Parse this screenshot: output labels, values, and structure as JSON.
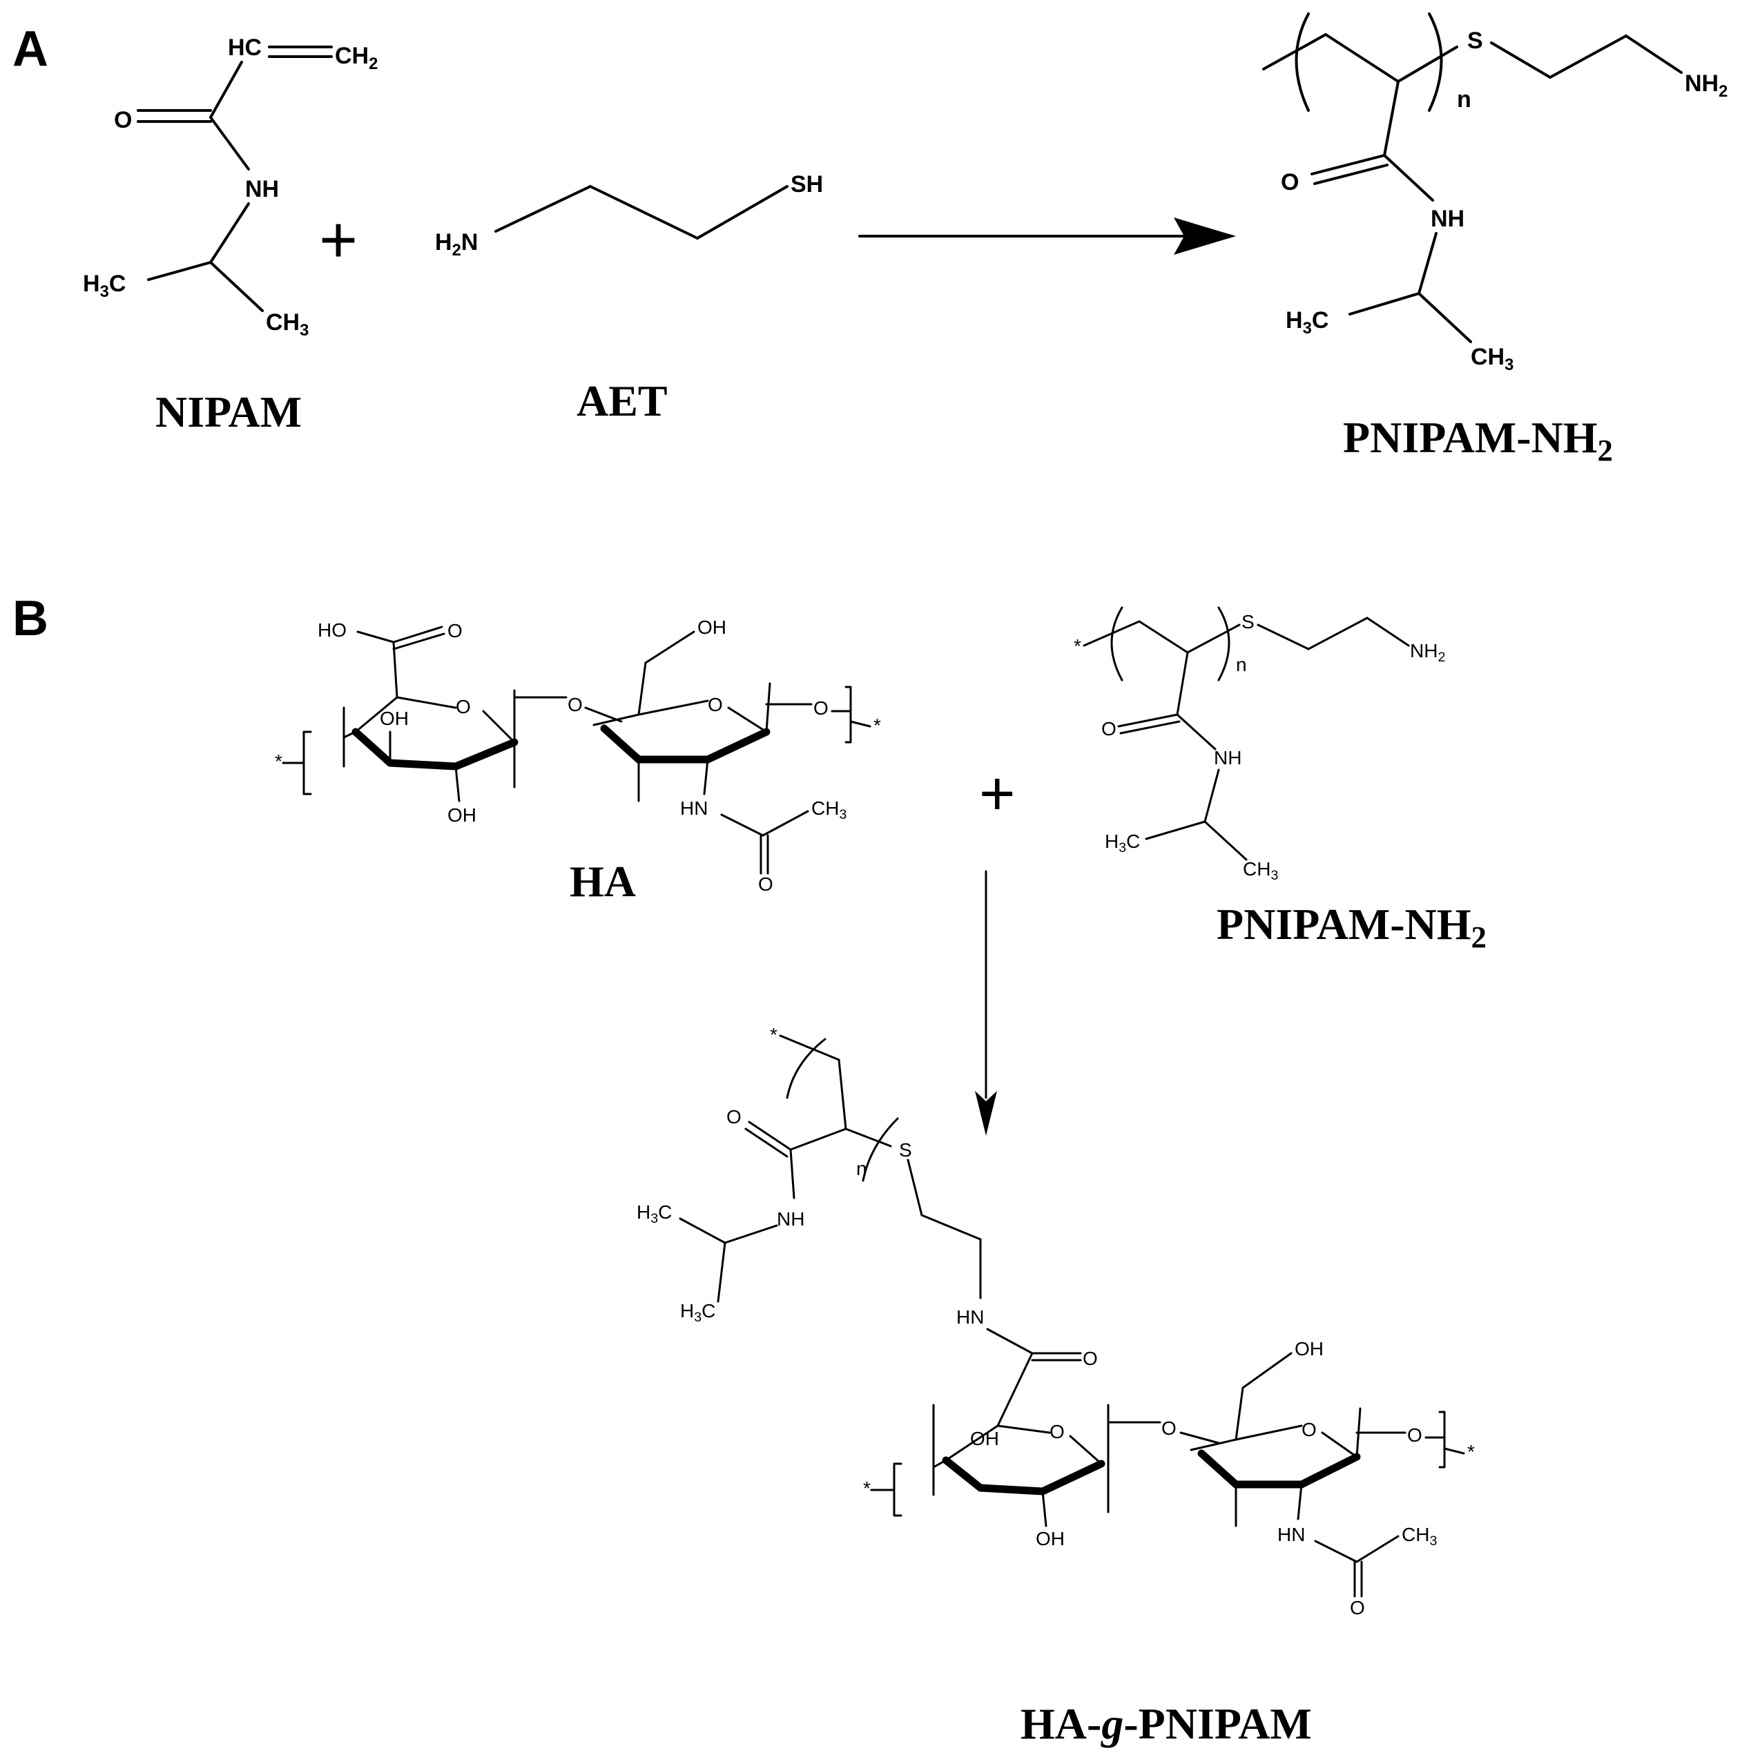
{
  "panels": {
    "a": "A",
    "b": "B"
  },
  "names": {
    "nipam": "NIPAM",
    "aet": "AET",
    "pnipam_nh2": "PNIPAM-NH",
    "pnipam_nh2_sub": "2",
    "ha": "HA",
    "ha_g_pnipam_left": "HA-",
    "ha_g_pnipam_g": "g",
    "ha_g_pnipam_right": "-PNIPAM"
  },
  "atoms": {
    "HC": "HC",
    "CH": "CH",
    "NH": "NH",
    "H": "H",
    "C": "C",
    "O": "O",
    "S": "S",
    "SH": "SH",
    "N": "N",
    "OH": "OH",
    "HO": "HO",
    "HN": "HN",
    "n": "n",
    "two": "2",
    "three": "3",
    "star": "*"
  },
  "plus": "+"
}
